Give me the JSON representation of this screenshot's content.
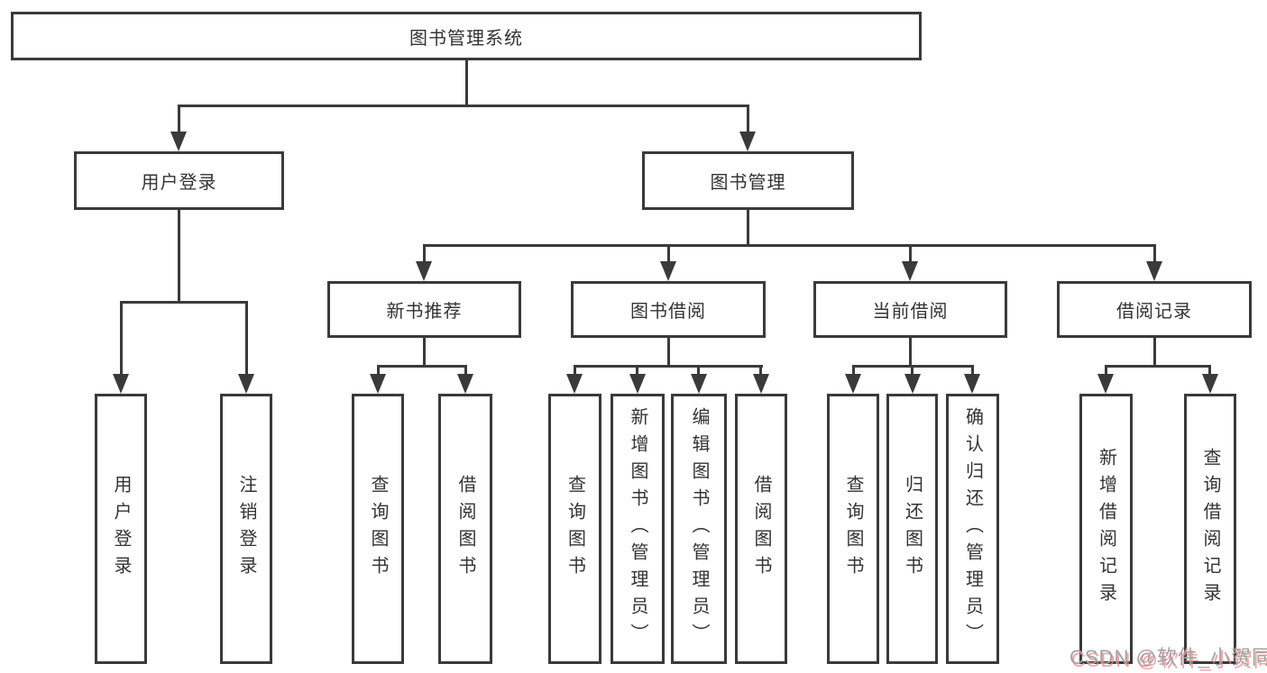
{
  "tree": {
    "root": {
      "label": "图书管理系统"
    },
    "children": [
      {
        "label": "用户登录",
        "children": [
          {
            "label": "用户登录"
          },
          {
            "label": "注销登录"
          }
        ]
      },
      {
        "label": "图书管理",
        "children": [
          {
            "label": "新书推荐",
            "children": [
              {
                "label": "查询图书"
              },
              {
                "label": "借阅图书"
              }
            ]
          },
          {
            "label": "图书借阅",
            "children": [
              {
                "label": "查询图书"
              },
              {
                "label": "新增图书（管理员）"
              },
              {
                "label": "编辑图书（管理员）"
              },
              {
                "label": "借阅图书"
              }
            ]
          },
          {
            "label": "当前借阅",
            "children": [
              {
                "label": "查询图书"
              },
              {
                "label": "归还图书"
              },
              {
                "label": "确认归还（管理员）"
              }
            ]
          },
          {
            "label": "借阅记录",
            "children": [
              {
                "label": "新增借阅记录"
              },
              {
                "label": "查询借阅记录"
              }
            ]
          }
        ]
      }
    ]
  },
  "watermark": {
    "text": "CSDN @软件_小贺同学"
  },
  "colors": {
    "line": "#3a3a3a",
    "text": "#333333",
    "background": "#ffffff",
    "watermark": "#a3a3a3",
    "watermark_shadow": "#f08282"
  }
}
